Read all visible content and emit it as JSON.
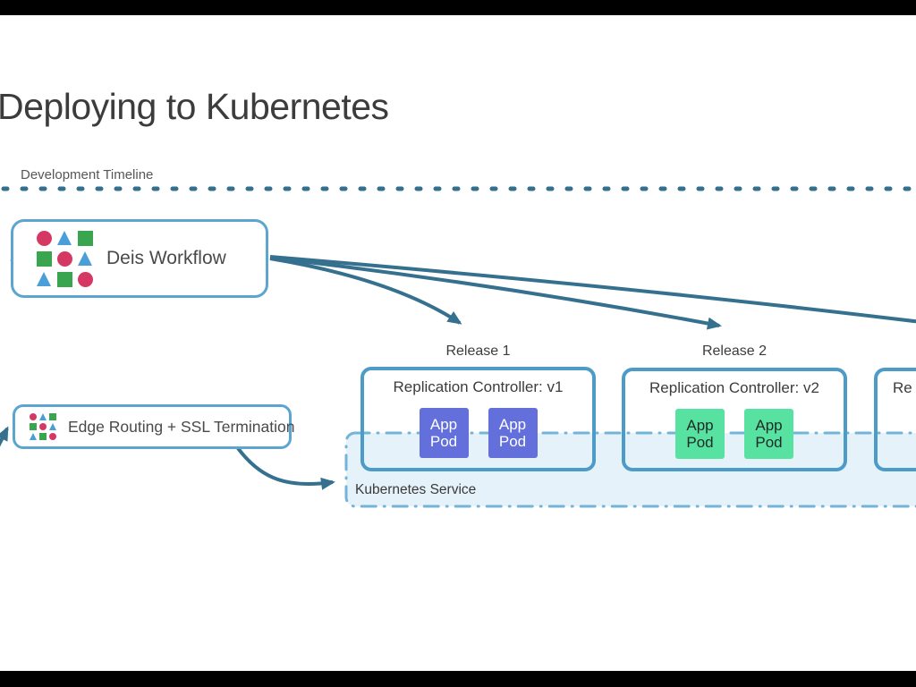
{
  "title": "Deploying to Kubernetes",
  "timeline": {
    "label": "Development Timeline"
  },
  "deis": {
    "label": "Deis Workflow",
    "icon": "deis-logo"
  },
  "edge": {
    "label": "Edge Routing + SSL Termination",
    "icon": "deis-logo"
  },
  "releases": [
    {
      "label": "Release 1",
      "controller": "Replication Controller: v1",
      "pods": [
        "App Pod",
        "App Pod"
      ],
      "pod_color": "#636fdb"
    },
    {
      "label": "Release 2",
      "controller": "Replication Controller: v2",
      "pods": [
        "App Pod",
        "App Pod"
      ],
      "pod_color": "#57e2a2"
    },
    {
      "label": "",
      "controller": "Re",
      "pods": [],
      "pod_color": ""
    }
  ],
  "k8s": {
    "label": "Kubernetes Service"
  },
  "colors": {
    "teal": "#35708e",
    "lightBorder": "#5ca5d0",
    "releaseBorder": "#4d9bc7",
    "k8sBorder": "#74b4d8",
    "k8sFill": "#e6f2fa",
    "podPurple": "#636fdb",
    "podGreen": "#57e2a2",
    "iconRed": "#d63864",
    "iconGreen": "#3aa54f",
    "iconBlue": "#4b9fd8",
    "textDark": "#3c3c3c",
    "textGray": "#575757",
    "barBlack": "#000000"
  }
}
